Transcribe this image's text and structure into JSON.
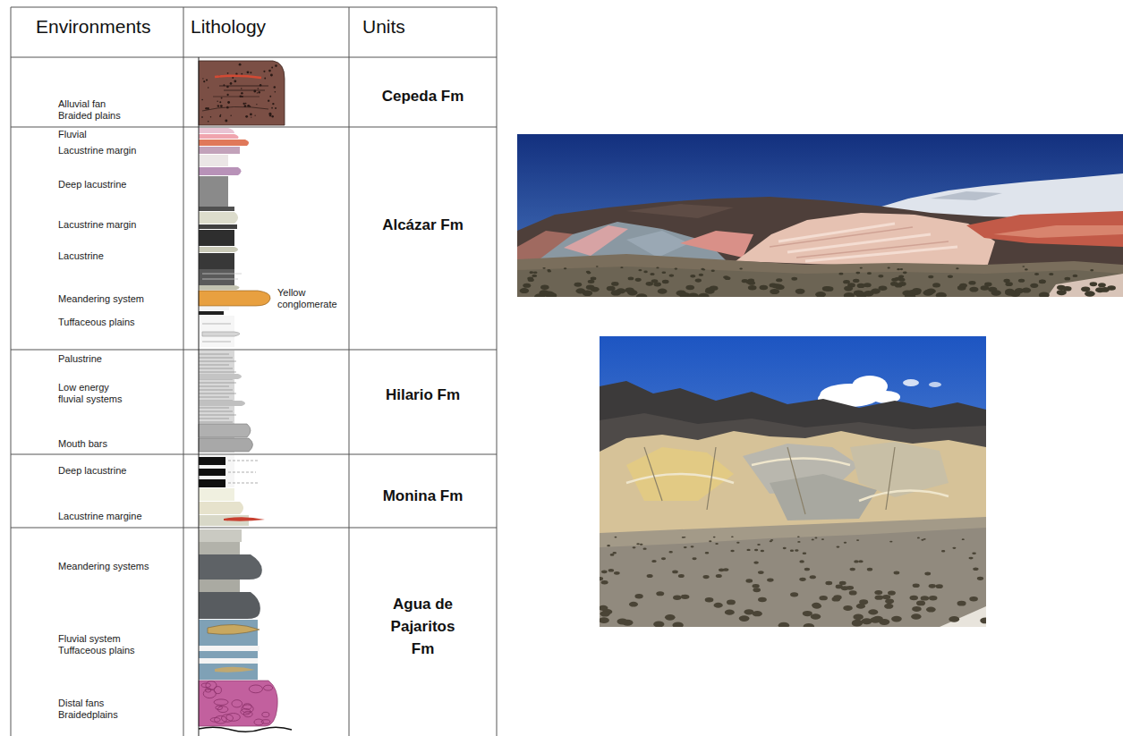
{
  "diagram": {
    "nodes": [
      {
        "text": [
          "Environments"
        ]
      },
      {
        "text": [
          "Lithology"
        ]
      },
      {
        "text": [
          "Units"
        ]
      },
      {
        "text": [
          "Cepeda Fm"
        ]
      },
      {
        "text": [
          "Alcázar Fm"
        ]
      },
      {
        "text": [
          "Hilario Fm"
        ]
      },
      {
        "text": [
          "Monina Fm"
        ]
      },
      {
        "text": [
          "Agua de Pajaritos Fm"
        ]
      }
    ],
    "labels": [
      "Alluvial fan",
      "Braided plains",
      "Fluvial",
      "Lacustrine margin",
      "Deep lacustrine",
      "Lacustrine margin",
      "Lacustrine",
      "Meandering system",
      "Tuffaceous plains",
      "Palustrine",
      "Low energy fluvial systems",
      "Mouth bars",
      "Deep lacustrine",
      "Lacustrine margine",
      "Meandering systems",
      "Fluvial system",
      "Tuffaceous plains",
      "Distal fans",
      "Braidedplains",
      "Yellow conglomerate"
    ]
  }
}
